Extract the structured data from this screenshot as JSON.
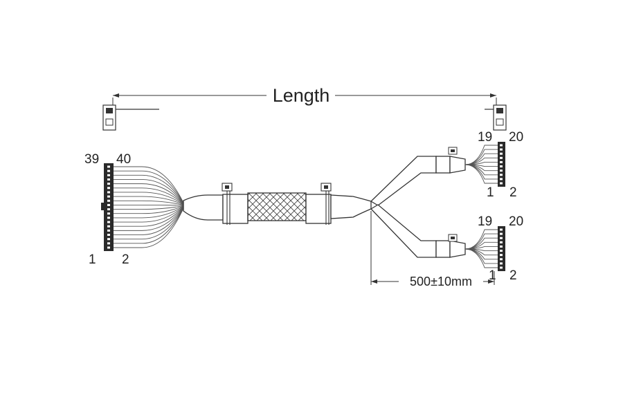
{
  "drawing": {
    "length_label": "Length",
    "split_dimension_label": "500±10mm",
    "main_connector": {
      "top_left_pin": "39",
      "top_right_pin": "40",
      "bottom_left_pin": "1",
      "bottom_right_pin": "2"
    },
    "branch_connectors": [
      {
        "top_left_pin": "19",
        "top_right_pin": "20",
        "bottom_left_pin": "1",
        "bottom_right_pin": "2"
      },
      {
        "top_left_pin": "19",
        "top_right_pin": "20",
        "bottom_left_pin": "1",
        "bottom_right_pin": "2"
      }
    ]
  }
}
